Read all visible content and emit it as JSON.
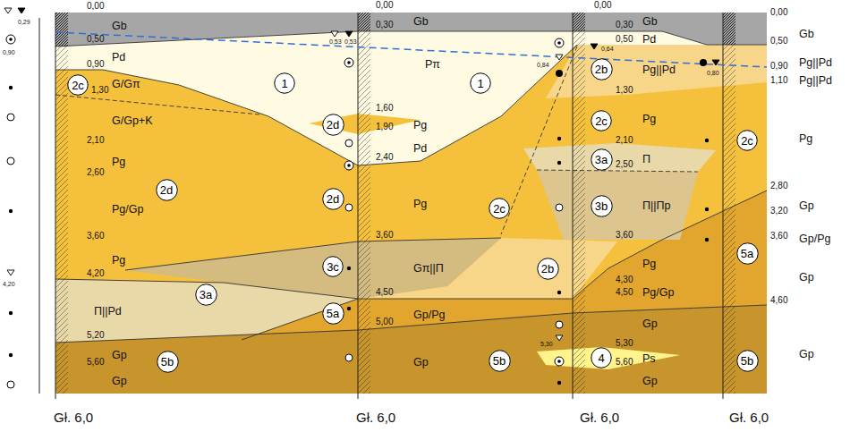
{
  "diagram": {
    "nodes": [
      {
        "text": [
          "2b"
        ]
      },
      {
        "text": [
          "1"
        ]
      },
      {
        "text": [
          "1"
        ]
      },
      {
        "text": [
          "2c"
        ]
      },
      {
        "text": [
          "2c"
        ]
      },
      {
        "text": [
          "2d"
        ]
      },
      {
        "text": [
          "2c"
        ]
      },
      {
        "text": [
          "3a"
        ]
      },
      {
        "text": [
          "2d"
        ]
      },
      {
        "text": [
          "2d"
        ]
      },
      {
        "text": [
          "3b"
        ]
      },
      {
        "text": [
          "2c"
        ]
      },
      {
        "text": [
          "5a"
        ]
      },
      {
        "text": [
          "3c"
        ]
      },
      {
        "text": [
          "2b"
        ]
      },
      {
        "text": [
          "3a"
        ]
      },
      {
        "text": [
          "5a"
        ]
      },
      {
        "text": [
          "4"
        ]
      },
      {
        "text": [
          "5b"
        ]
      },
      {
        "text": [
          "5b"
        ]
      },
      {
        "text": [
          "5b"
        ]
      }
    ],
    "labels": [
      "0,29",
      "0,90",
      "4,20",
      "0,00",
      "Gb",
      "0,50",
      "Pd",
      "0,90",
      "G/Gπ",
      "1,30",
      "G/Gp+K",
      "2,10",
      "Pg",
      "2,60",
      "Pg/Gp",
      "3,60",
      "Pg",
      "4,20",
      "Π||Pd",
      "5,20",
      "Gp",
      "5,60",
      "Gp",
      "0,53",
      "0,53",
      "0,00",
      "0,30",
      "Gb",
      "Pπ",
      "1,60",
      "1,90",
      "Pg",
      "Pd",
      "2,40",
      "Pg",
      "3,60",
      "Gπ||Π",
      "4,50",
      "Gp/Pg",
      "5,00",
      "Gp",
      "0,00",
      "0,30",
      "Gb",
      "0,50",
      "Pd",
      "0,64",
      "0,84",
      "Pg||Pd",
      "1,30",
      "Pg",
      "2,10",
      "Π",
      "2,50",
      "Π||Πp",
      "3,60",
      "Pg",
      "4,30",
      "4,50",
      "Pg/Gp",
      "Gp",
      "5,30",
      "5,30",
      "Ps",
      "5,60",
      "Gp",
      "0,00",
      "Gb",
      "0,50",
      "Pg||Pd",
      "0,90",
      "0,80",
      "1,10",
      "Pg||Pd",
      "Pg",
      "2,80",
      "Gp",
      "3,20",
      "Gp/Pg",
      "3,60",
      "Gp",
      "4,60",
      "Gp",
      "Gł. 6,0",
      "Gł. 6,0",
      "Gł. 6,0",
      "Gł. 6,0"
    ]
  }
}
